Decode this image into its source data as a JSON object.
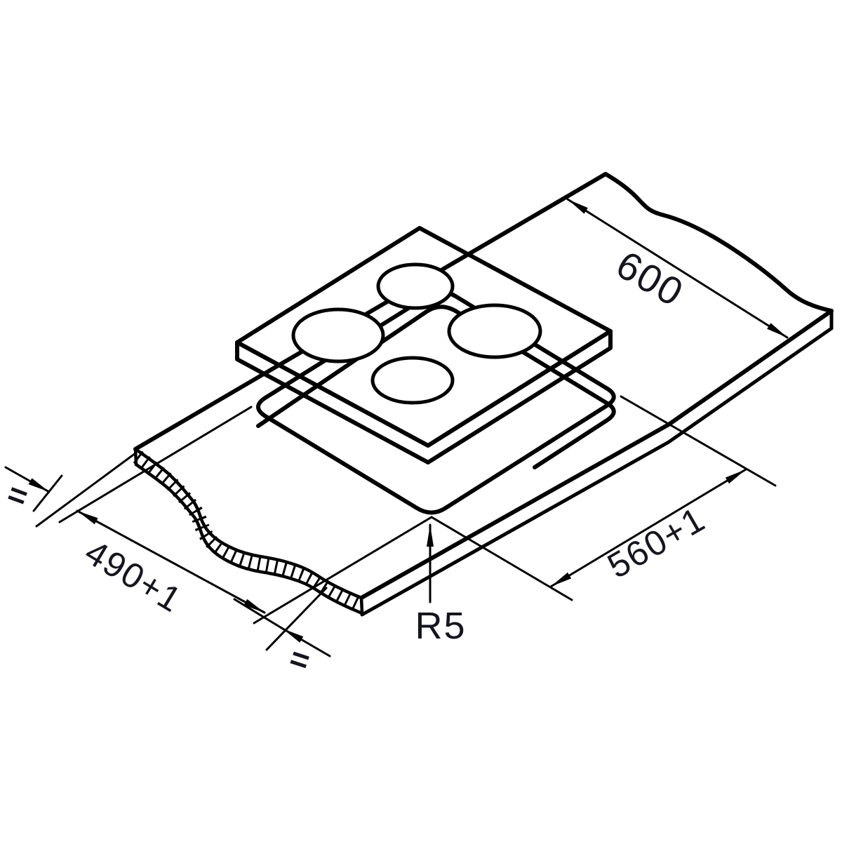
{
  "diagram": {
    "title": "cooktop-installation-cutout-isometric-drawing",
    "labels": {
      "counter_depth": "600",
      "cutout_width": "560+1",
      "cutout_depth": "490+1",
      "corner_radius": "R5",
      "equal_left": "=",
      "equal_bottom": "="
    },
    "colors": {
      "line": "#000000",
      "cooktop_top": "#d2d4d6",
      "burner_fill": "#ffffff",
      "text": "#15151f",
      "background": "#ffffff"
    },
    "elements": {
      "burner_count": 4,
      "worktop": "broken worktop slab with hatched cut faces",
      "cutout": "rounded-corner rectangular cutout"
    }
  }
}
